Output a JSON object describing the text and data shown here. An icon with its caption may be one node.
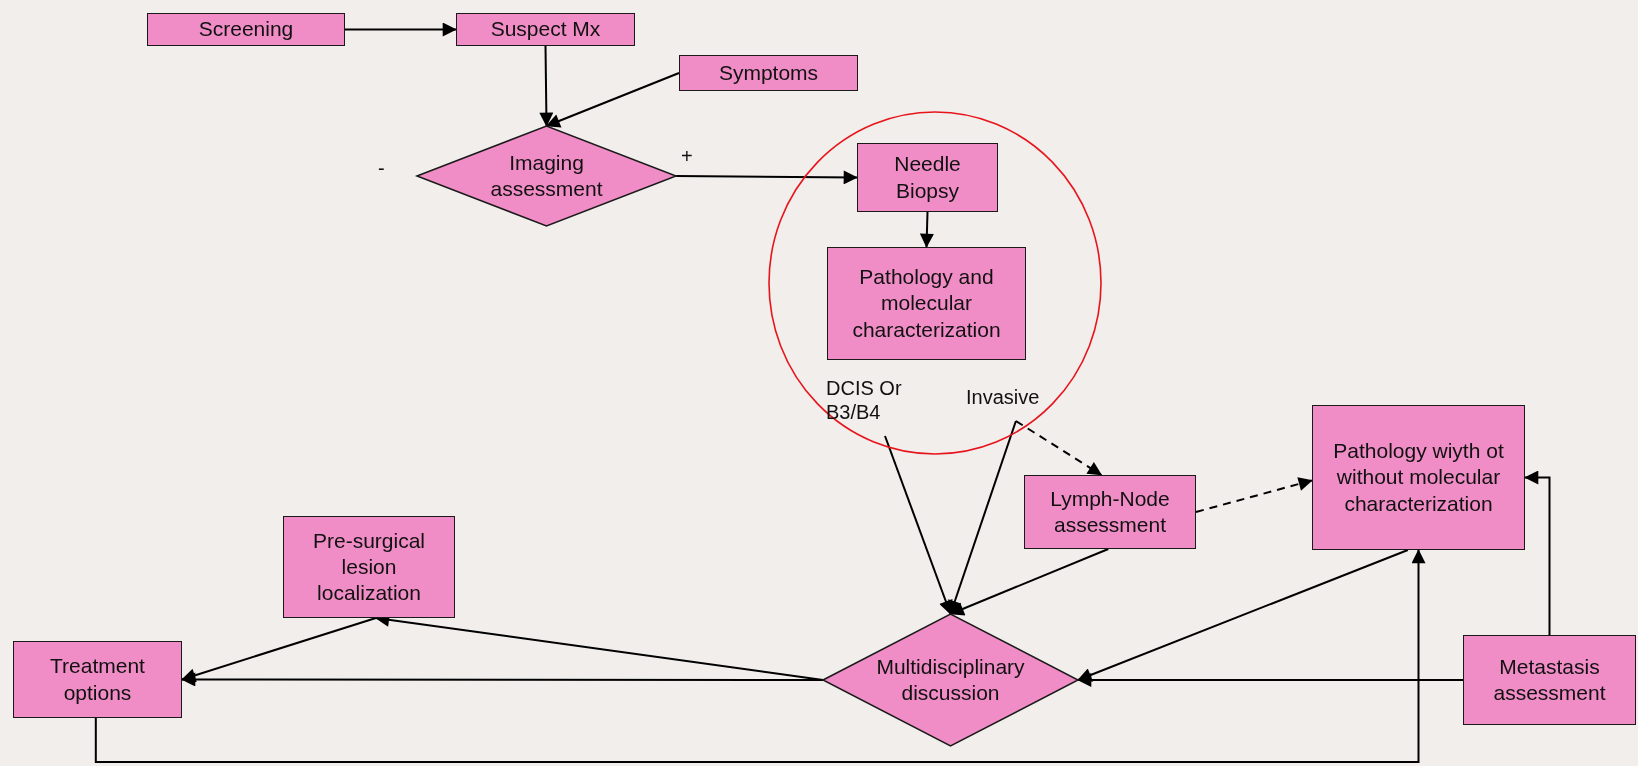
{
  "diagram": {
    "nodes": [
      {
        "text": [
          "Screening"
        ]
      },
      {
        "text": [
          "Suspect Mx"
        ]
      },
      {
        "text": [
          "Symptoms"
        ]
      },
      {
        "text": [
          "Imaging assessment"
        ]
      },
      {
        "text": [],
        "shape": "circle"
      },
      {
        "text": [
          "Needle Biopsy"
        ],
        "in": 4
      },
      {
        "text": [
          "Pathology and molecular characterization"
        ],
        "in": 4
      },
      {
        "text": [
          "DCIS Or B3/B4"
        ],
        "in": 4
      },
      {
        "text": [
          "Invasive"
        ],
        "in": 4
      },
      {
        "text": [
          "Pre-surgical lesion localization"
        ]
      },
      {
        "text": [
          "Lymph-Node assessment"
        ]
      },
      {
        "text": [
          "Pathology wiyth ot without molecular characterization"
        ]
      },
      {
        "text": [
          "Treatment options"
        ]
      },
      {
        "text": [
          "Multidisciplinary discussion"
        ]
      },
      {
        "text": [
          "Metastasis assessment"
        ]
      }
    ],
    "edges": [
      {
        "from": 0,
        "to": 1,
        "arrow": "to"
      },
      {
        "from": 1,
        "to": 3,
        "arrow": "to"
      },
      {
        "from": 2,
        "to": 3,
        "arrow": "to"
      },
      {
        "from": 3,
        "to": 5,
        "arrow": "to",
        "label": "+"
      },
      {
        "from": 5,
        "to": 6,
        "arrow": "to"
      },
      {
        "from": 7,
        "to": 13,
        "arrow": "to"
      },
      {
        "from": 8,
        "to": 13,
        "arrow": "to"
      },
      {
        "from": 8,
        "to": 10,
        "arrow": "to",
        "style": "dashed"
      },
      {
        "from": 10,
        "to": 13,
        "arrow": "to"
      },
      {
        "from": 10,
        "to": 11,
        "arrow": "to",
        "style": "dashed"
      },
      {
        "from": 11,
        "to": 13,
        "arrow": "to"
      },
      {
        "from": 14,
        "to": 13,
        "arrow": "to"
      },
      {
        "from": 14,
        "to": 11,
        "arrow": "to"
      },
      {
        "from": 13,
        "to": 9,
        "arrow": "to"
      },
      {
        "from": 13,
        "to": 12,
        "arrow": "to"
      },
      {
        "from": 9,
        "to": 12,
        "arrow": "to"
      },
      {
        "from": 12,
        "to": 11,
        "arrow": "to"
      }
    ],
    "labels": [
      "-"
    ]
  }
}
